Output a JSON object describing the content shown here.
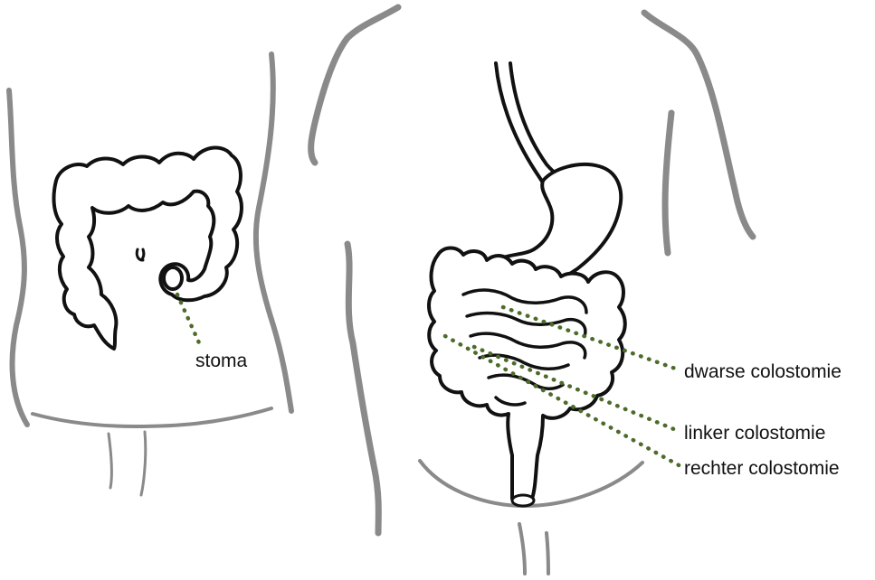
{
  "labels": {
    "stoma": "stoma",
    "dwarse": "dwarse colostomie",
    "linker": "linker colostomie",
    "rechter": "rechter colostomie"
  },
  "colors": {
    "outline": "#8a8a8a",
    "ink": "#111111",
    "leader": "#4d6b2a"
  },
  "figures": [
    "front-torso-with-colon",
    "torso-with-digestive-tract"
  ]
}
